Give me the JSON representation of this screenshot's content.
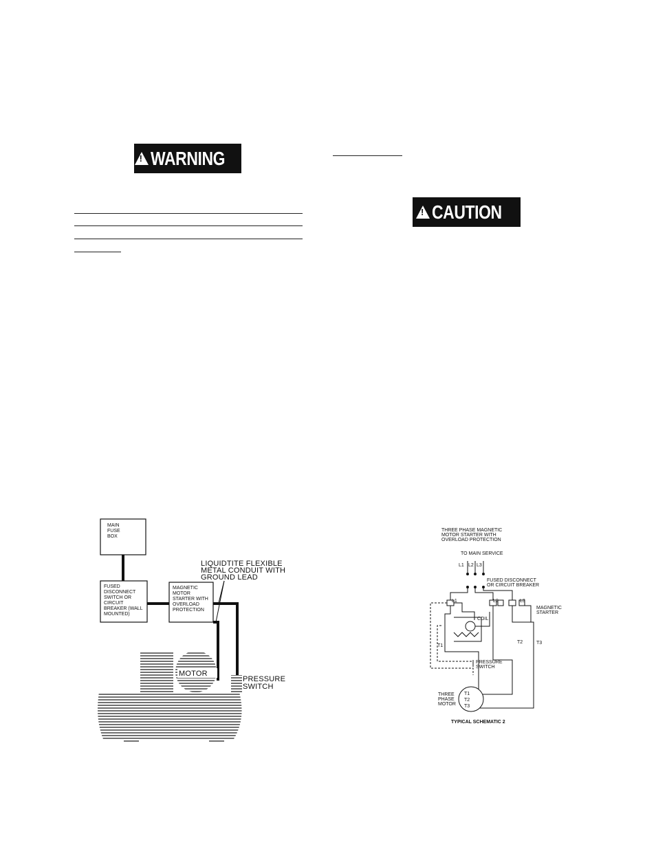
{
  "warning": {
    "label": "WARNING",
    "icon": "warning-triangle-icon"
  },
  "caution": {
    "label": "CAUTION",
    "icon": "warning-triangle-icon"
  },
  "wiring_diagram": {
    "main_fuse_box": [
      "MAIN",
      "FUSE",
      "BOX"
    ],
    "fused_disconnect": [
      "FUSED",
      "DISCONNECT",
      "SWITCH OR",
      "CIRCUIT",
      "BREAKER (WALL",
      "MOUNTED)"
    ],
    "magnetic_starter": [
      "MAGNETIC",
      "MOTOR",
      "STARTER WITH",
      "OVERLOAD",
      "PROTECTION"
    ],
    "conduit": [
      "LIQUIDTITE FLEXIBLE",
      "METAL CONDUIT WITH",
      "GROUND LEAD"
    ],
    "motor": "MOTOR",
    "pressure_switch": [
      "PRESSURE",
      "SWITCH"
    ]
  },
  "schematic": {
    "title": [
      "THREE PHASE MAGNETIC",
      "MOTOR STARTER WITH",
      "OVERLOAD PROTECTION"
    ],
    "to_main_service": "TO MAIN SERVICE",
    "lines": [
      "L1",
      "L2",
      "L3"
    ],
    "fused_disconnect": [
      "FUSED DISCONNECT",
      "OR CIRCUIT BREAKER"
    ],
    "magnetic_starter": [
      "MAGNETIC",
      "STARTER"
    ],
    "coil": "COIL",
    "terminals": [
      "T1",
      "T2",
      "T3"
    ],
    "pressure_switch": [
      "PRESSURE",
      "SWITCH"
    ],
    "motor": [
      "THREE",
      "PHASE",
      "MOTOR"
    ],
    "caption": "TYPICAL SCHEMATIC 2"
  }
}
